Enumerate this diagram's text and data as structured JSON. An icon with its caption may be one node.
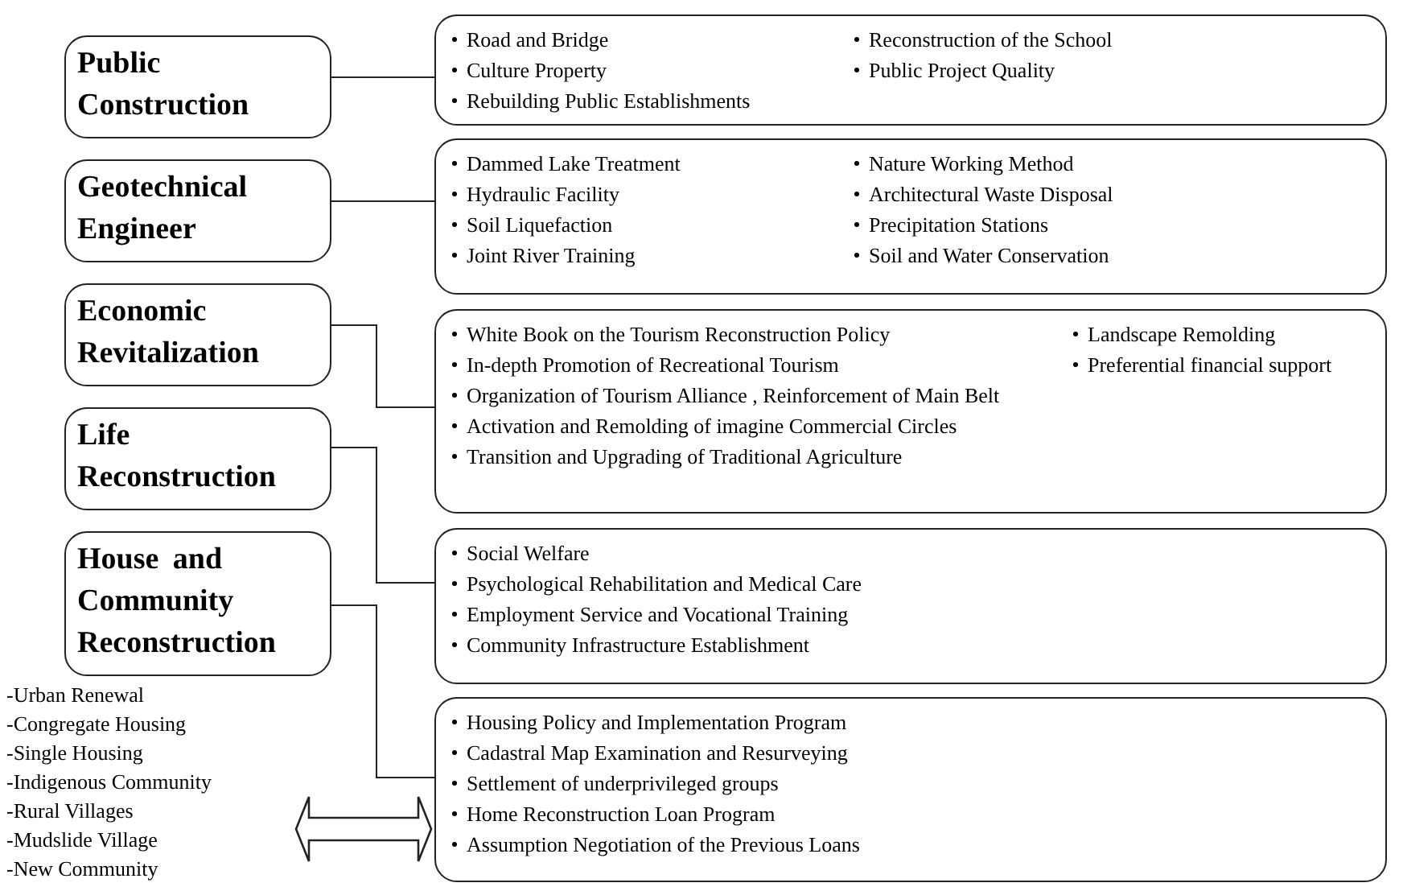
{
  "diagram": {
    "nodes": [
      {
        "text": [
          "Public Construction"
        ]
      },
      {
        "text": [
          "Geotechnical Engineer"
        ]
      },
      {
        "text": [
          "Economic Revitalization"
        ]
      },
      {
        "text": [
          "Life Reconstruction"
        ]
      },
      {
        "text": [
          "House and Community Reconstruction"
        ]
      },
      {
        "text": [
          "Road and Bridge",
          "Reconstruction of the School",
          "Culture Property",
          "Public Project Quality",
          "Rebuilding Public Establishments"
        ]
      },
      {
        "text": [
          "Dammed Lake Treatment",
          "Nature Working Method",
          "Hydraulic Facility",
          "Architectural Waste Disposal",
          "Soil Liquefaction",
          "Precipitation Stations",
          "Joint River Training",
          "Soil and Water Conservation"
        ]
      },
      {
        "text": [
          "White Book on the Tourism Reconstruction Policy",
          "Landscape Remolding",
          "In-depth Promotion of Recreational Tourism",
          "Preferential financial support",
          "Organization of Tourism Alliance , Reinforcement of Main Belt",
          "Activation and Remolding of imagine Commercial Circles",
          "Transition and Upgrading of Traditional Agriculture"
        ]
      },
      {
        "text": [
          "Social Welfare",
          "Psychological Rehabilitation and Medical Care",
          "Employment Service and Vocational Training",
          "Community Infrastructure Establishment"
        ]
      },
      {
        "text": [
          "Housing Policy and Implementation Program",
          "Cadastral Map Examination and Resurveying",
          "Settlement of underprivileged groups",
          "Home Reconstruction Loan Program",
          "Assumption Negotiation of the Previous Loans"
        ]
      },
      {
        "text": [
          "-Urban Renewal",
          "-Congregate Housing",
          "-Single Housing",
          "-Indigenous Community",
          "-Rural Villages",
          "-Mudslide Village",
          "-New Community"
        ]
      }
    ],
    "edges": [
      {
        "from": 0,
        "to": 5,
        "arrow": "none"
      },
      {
        "from": 1,
        "to": 6,
        "arrow": "none"
      },
      {
        "from": 2,
        "to": 7,
        "arrow": "none"
      },
      {
        "from": 3,
        "to": 8,
        "arrow": "none"
      },
      {
        "from": 4,
        "to": 9,
        "arrow": "none"
      },
      {
        "from": 10,
        "to": 9,
        "arrow": "both",
        "style": "thick"
      }
    ]
  }
}
